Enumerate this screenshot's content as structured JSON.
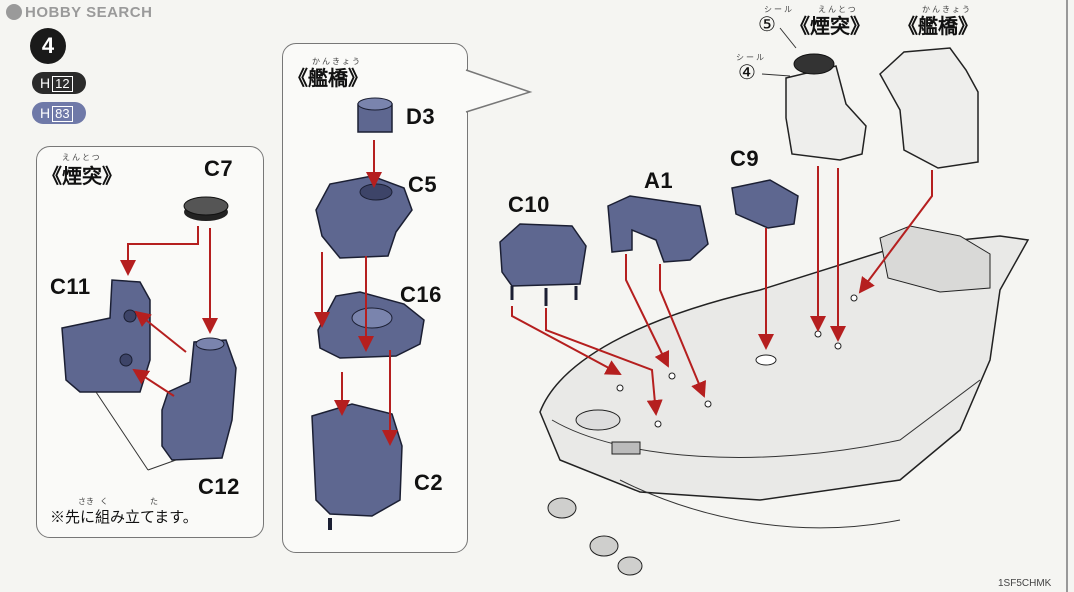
{
  "watermark": {
    "text": "HOBBY SEARCH"
  },
  "step": {
    "number": "4"
  },
  "paint": {
    "h12": {
      "prefix": "H",
      "code": "12"
    },
    "h83": {
      "prefix": "H",
      "code": "83"
    }
  },
  "funnel_panel": {
    "title": "《煙突》",
    "ruby": "えんとつ",
    "labels": {
      "c7": "C7",
      "c11": "C11",
      "c12": "C12"
    },
    "note": "※先に組み立てます。",
    "note_ruby": {
      "saki": "さき",
      "ku": "く",
      "ta": "た"
    }
  },
  "bridge_panel": {
    "title": "《艦橋》",
    "ruby": "かんきょう",
    "labels": {
      "d3": "D3",
      "c5": "C5",
      "c16": "C16",
      "c2": "C2"
    }
  },
  "hull": {
    "labels": {
      "c10": "C10",
      "a1": "A1",
      "c9": "C9"
    }
  },
  "top_right": {
    "funnel_title": "《煙突》",
    "funnel_ruby": "えんとつ",
    "bridge_title": "《艦橋》",
    "bridge_ruby": "かんきょう",
    "seal5": {
      "label": "シール",
      "num": "⑤"
    },
    "seal4": {
      "label": "シール",
      "num": "④"
    }
  },
  "footer": {
    "code": "1SF5CHMK"
  },
  "colors": {
    "part": "#5e6790",
    "arrow": "#b51f1f",
    "hull": "#e9e9e7"
  }
}
